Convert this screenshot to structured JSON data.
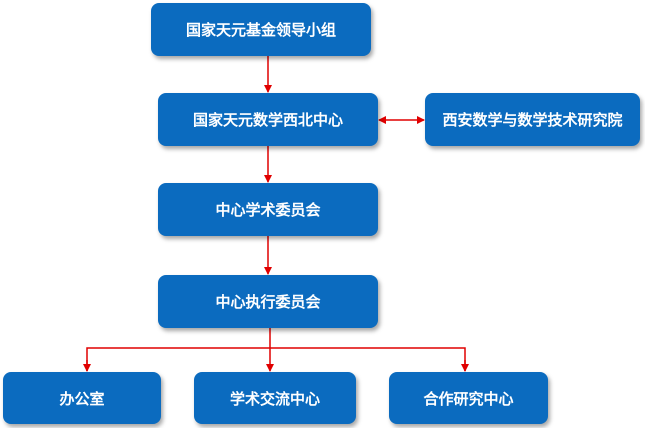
{
  "nodes": {
    "leading_group": "国家天元基金领导小组",
    "northwest_center": "国家天元数学西北中心",
    "xian_institute": "西安数学与数学技术研究院",
    "academic_committee": "中心学术委员会",
    "executive_committee": "中心执行委员会",
    "office": "办公室",
    "academic_exchange": "学术交流中心",
    "cooperative_research": "合作研究中心"
  },
  "colors": {
    "box": "#0b6bbf",
    "connector": "#e00000"
  }
}
